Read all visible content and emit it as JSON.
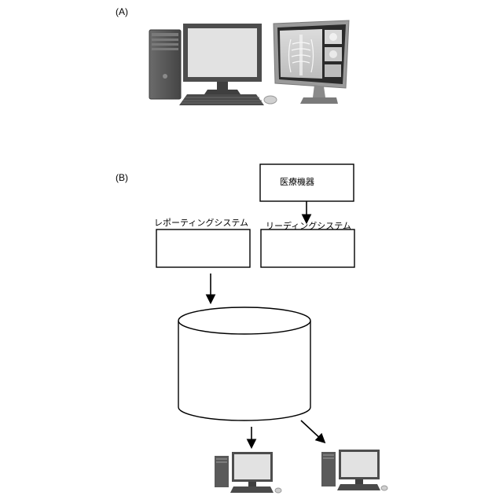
{
  "panel_a": {
    "label": "(A)"
  },
  "panel_b": {
    "label": "(B)"
  },
  "diagram": {
    "medical_device": "医療機器",
    "reporting_system": "レポーティングシステム",
    "reading_system": "リーディングシステム"
  },
  "colors": {
    "outline": "#000000",
    "tower_body": "#5a5a5a",
    "monitor_frame": "#4d4d4d",
    "screen": "#e2e2e2",
    "xray_frame": "#9a9a9a"
  }
}
